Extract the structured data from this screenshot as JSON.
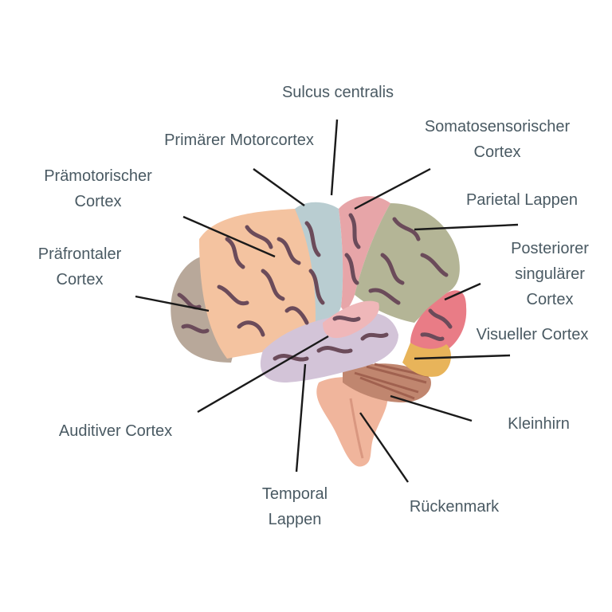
{
  "diagram": {
    "labels": {
      "sulcus_centralis": "Sulcus centralis",
      "primaerer_motorcortex": "Primärer Motorcortex",
      "somatosensorischer_1": "Somatosensorischer",
      "somatosensorischer_2": "Cortex",
      "praemotorischer_1": "Prämotorischer",
      "praemotorischer_2": "Cortex",
      "parietal_lappen": "Parietal Lappen",
      "praefrontaler_1": "Präfrontaler",
      "praefrontaler_2": "Cortex",
      "posteriorer_1": "Posteriorer",
      "posteriorer_2": "singulärer",
      "posteriorer_3": "Cortex",
      "visueller_cortex": "Visueller Cortex",
      "kleinhirn": "Kleinhirn",
      "auditiver_cortex": "Auditiver Cortex",
      "temporal_1": "Temporal",
      "temporal_2": "Lappen",
      "rueckenmark": "Rückenmark"
    },
    "colors": {
      "prefrontal": "#b8a89a",
      "premotor": "#f4c3a0",
      "motor": "#b9cdd1",
      "somatosensory": "#e7a5a8",
      "parietal": "#b4b596",
      "posterior_cingulate": "#e97c86",
      "visual": "#e8b45a",
      "temporal": "#d3c4d8",
      "auditory": "#efb7b9",
      "cerebellum": "#c0866f",
      "brainstem": "#f0b59c",
      "sulci": "#6b4b5a",
      "leader_line": "#1a1a1a",
      "label_text": "#4a5a63"
    }
  }
}
